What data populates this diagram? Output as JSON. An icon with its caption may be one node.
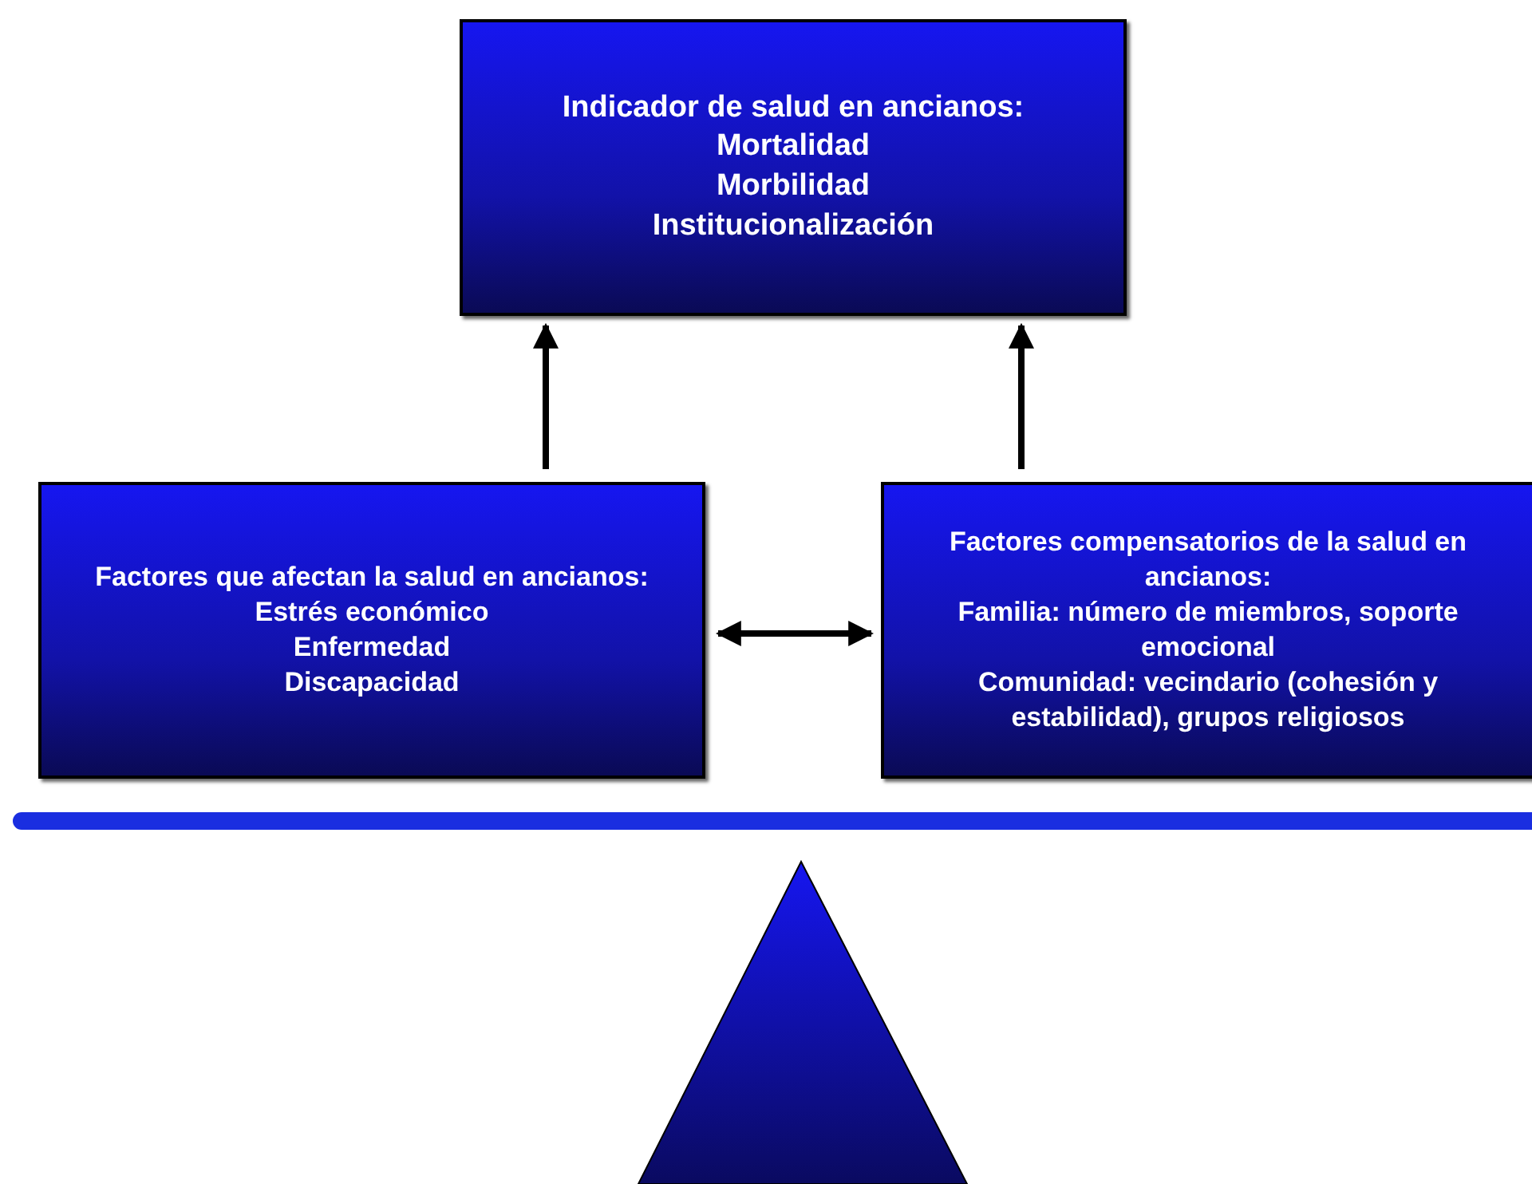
{
  "diagram": {
    "nodes": [
      {
        "text": [
          "Indicador de salud en ancianos:",
          "Mortalidad",
          "Morbilidad",
          "Institucionalización"
        ]
      },
      {
        "text": [
          "Factores que afectan la salud en ancianos:",
          "Estrés económico",
          "Enfermedad",
          "Discapacidad"
        ]
      },
      {
        "text": [
          "Factores compensatorios de la salud en ancianos:",
          "Familia: número de miembros, soporte emocional",
          "Comunidad: vecindario (cohesión y estabilidad), grupos religiosos"
        ]
      }
    ],
    "edges": [
      {
        "from": 1,
        "to": 0,
        "arrow": "to"
      },
      {
        "from": 2,
        "to": 0,
        "arrow": "to"
      },
      {
        "from": 1,
        "to": 2,
        "arrow": "both"
      }
    ]
  }
}
